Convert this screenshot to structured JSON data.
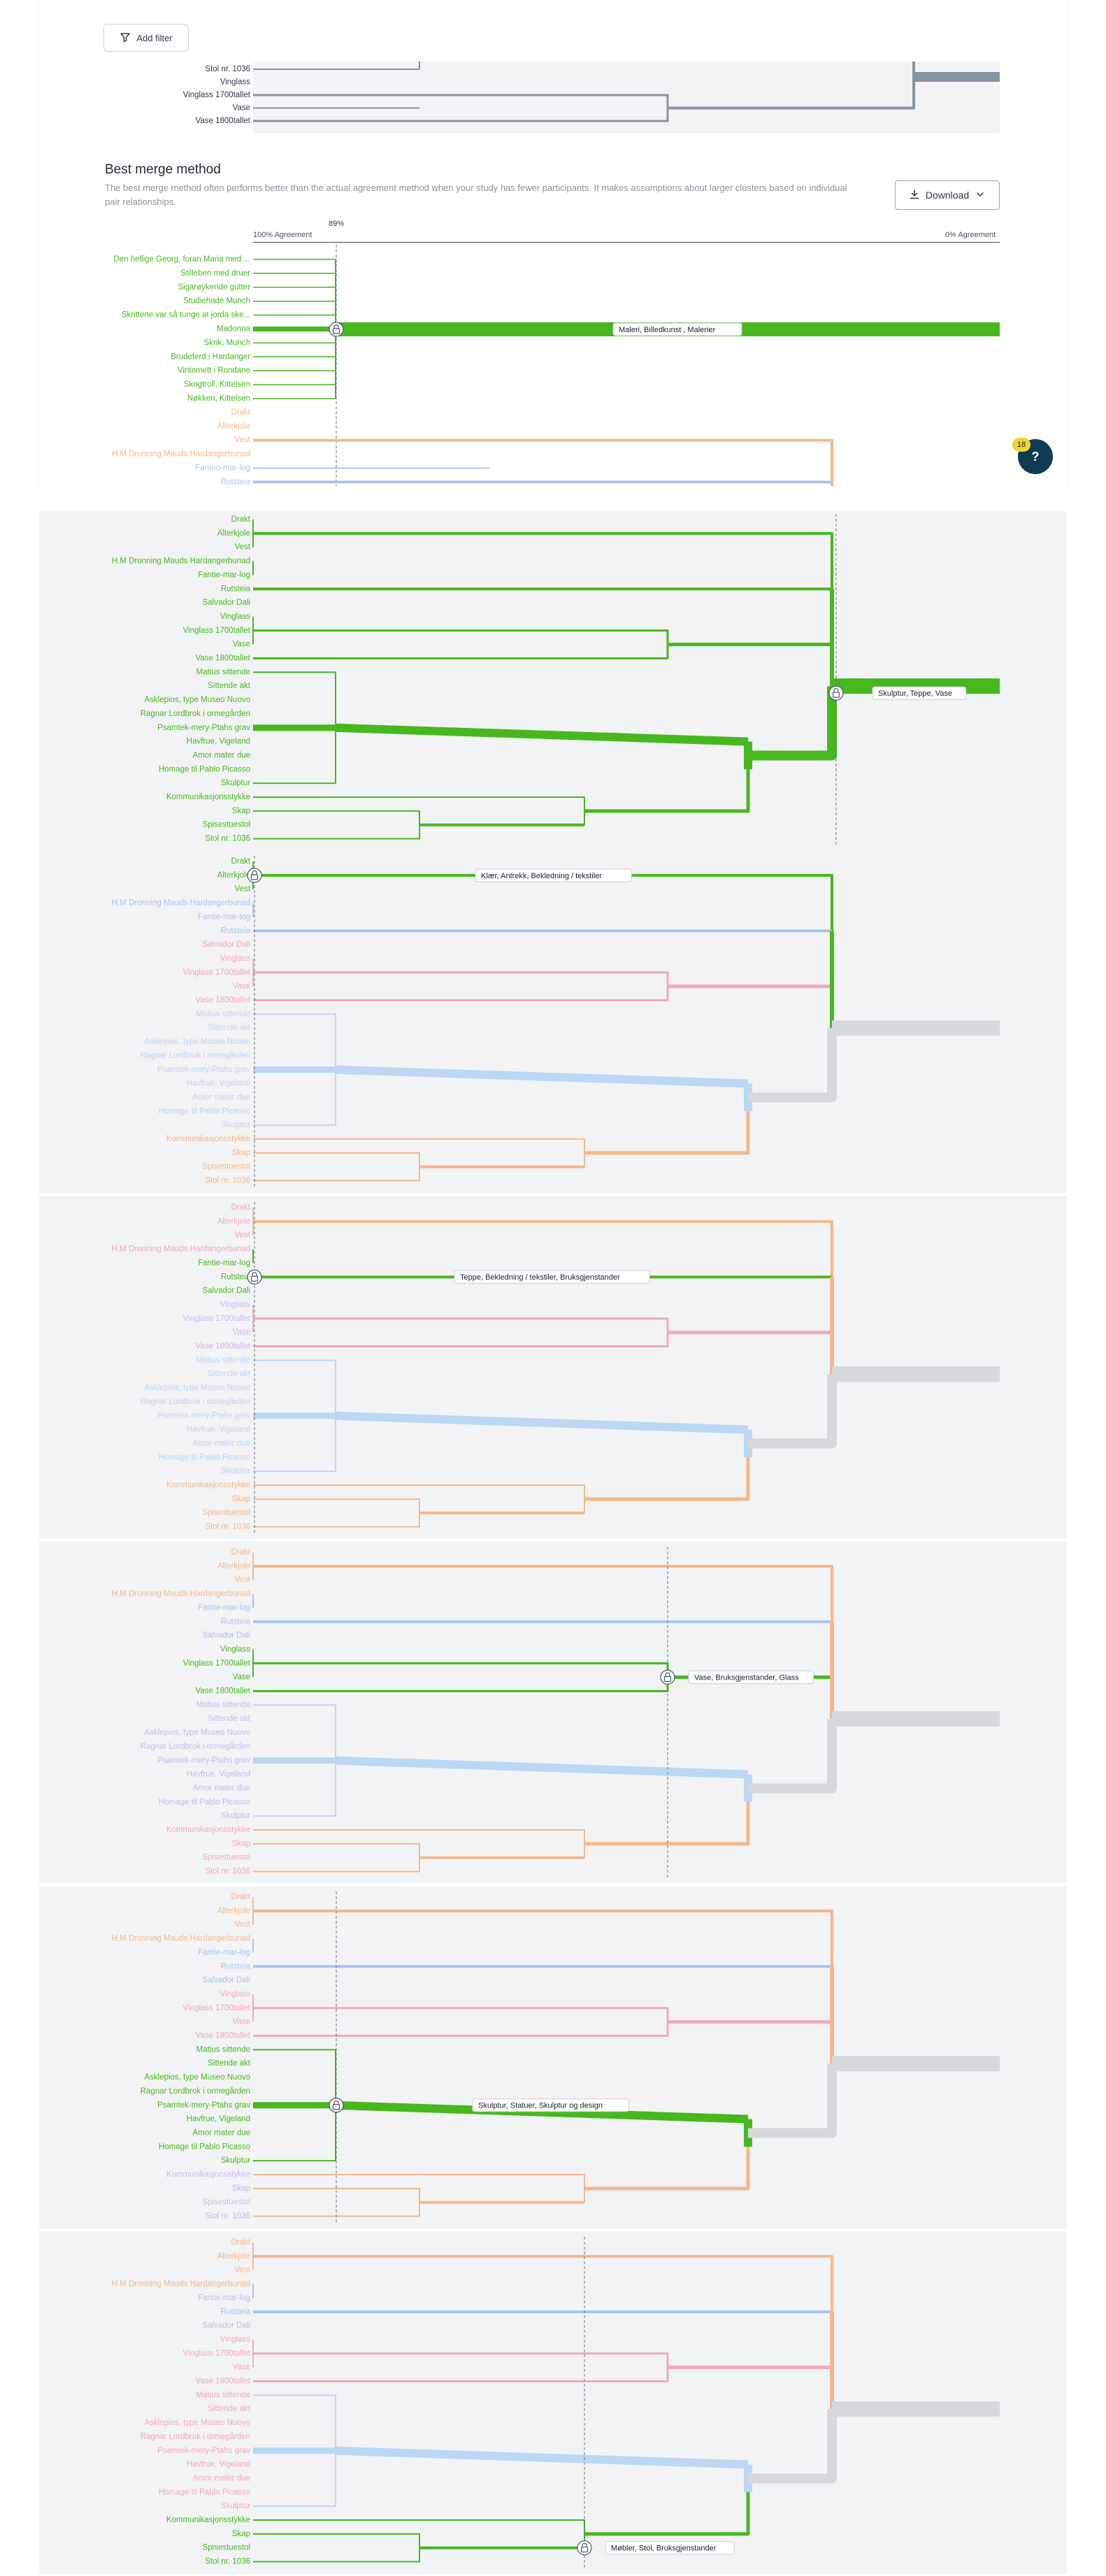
{
  "toolbar": {
    "add_filter_label": "Add filter"
  },
  "section": {
    "title": "Best merge method",
    "description": "The best merge method often performs better than the actual agreement method when your study has fewer participants. It makes assumptions about larger clusters based on individual pair relationships.",
    "download_label": "Download"
  },
  "axis": {
    "left": "100% Agreement",
    "right": "0% Agreement",
    "threshold": "89%"
  },
  "help": {
    "icon": "?",
    "badge_count": "18"
  },
  "colors": {
    "green": "#46b81e",
    "grey": "#d6d9dc",
    "dark_grey": "#8794a2",
    "panel_bg": "#f2f3f4",
    "help_bg": "#0f3b55",
    "badge": "#f2d52f"
  },
  "top_partial_cards": [
    "Stol nr. 1036",
    "Vinglass",
    "Vinglass 1700tallet",
    "Vase",
    "Vase 1800tallet"
  ],
  "card1_cards": [
    "Den hellige Georg, foran Maria med ...",
    "Stilleben med druer",
    "Sigarøykende gutter",
    "Studiehode Munch",
    "Skrittene var så tunge at jorda ske...",
    "Madonna",
    "Skrik, Munch",
    "Brudeferd i Hardanger",
    "Vintemett i Rondane",
    "Skogtroll, Kittelsen",
    "Nøkken, Kittelsen",
    "Drakt",
    "Alterkjole",
    "Vest",
    "H.M Dronning Mauds Hardangerbunad",
    "Fanteo-mar-log",
    "Rutsteia"
  ],
  "cards": [
    "Drakt",
    "Alterkjole",
    "Vest",
    "H.M Dronning Mauds Hardangerbunad",
    "Fantie-mar-log",
    "Rutsteia",
    "Salvador Dali",
    "Vinglass",
    "Vinglass 1700tallet",
    "Vase",
    "Vase 1800tallet",
    "Matius sittende",
    "Sittende akt",
    "Asklepios, type Museo Nuovo",
    "Ragnar Lordbrok i ormegården",
    "Psamtek-mery-Ptahs grav",
    "Havfrue, Vigeland",
    "Amor mater due",
    "Homage til Pablo Picasso",
    "Skulptur",
    "Kommunikasjonsstykke",
    "Skap",
    "Spisestuestol",
    "Stol nr. 1036"
  ],
  "category_labels": [
    "Maleri, Billedkunst , Malerier",
    "Skulptur, Teppe, Vase",
    "Klær, Antrekk, Bekledning / tekstiler",
    "Teppe, Bekledning / tekstiler, Bruksgjenstander",
    "Vase, Bruksgjenstander, Glass",
    "Skulptur, Statuer, Skulptur og design",
    "Møbler, Stol, Bruksgjenstander"
  ]
}
